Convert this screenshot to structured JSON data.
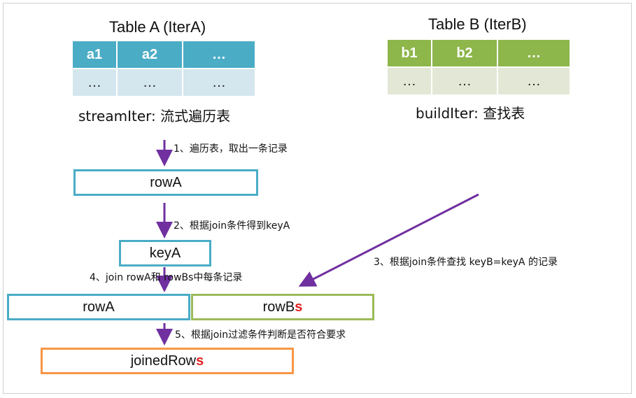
{
  "tableA": {
    "title": "Table A (IterA)",
    "header": [
      "a1",
      "a2",
      "…"
    ],
    "row": [
      "…",
      "…",
      "…"
    ],
    "caption": "streamIter: 流式遍历表",
    "header_color": "#4bacc6",
    "row_color": "#d4e6ee"
  },
  "tableB": {
    "title": "Table B (IterB)",
    "header": [
      "b1",
      "b2",
      "…"
    ],
    "row": [
      "…",
      "…",
      "…"
    ],
    "caption": "buildIter: 查找表",
    "header_color": "#8db64b",
    "row_color": "#e3e8d6"
  },
  "steps": {
    "s1": "1、遍历表，取出一条记录",
    "s2": "2、根据join条件得到keyA",
    "s3": "3、根据join条件查找 keyB=keyA 的记录",
    "s4": "4、join rowA和 rowBs中每条记录",
    "s5": "5、根据join过滤条件判断是否符合要求"
  },
  "boxes": {
    "rowA_top": "rowA",
    "keyA": "keyA",
    "rowA_join": "rowA",
    "rowBs_prefix": "rowB",
    "rowBs_suffix": "s",
    "joined_prefix": "joinedRow",
    "joined_suffix": "s"
  },
  "colors": {
    "arrow": "#7030a0",
    "blue_border": "#4aacc6",
    "green_border": "#9bbb59",
    "orange_border": "#f79646",
    "emphasis": "#e02020"
  }
}
